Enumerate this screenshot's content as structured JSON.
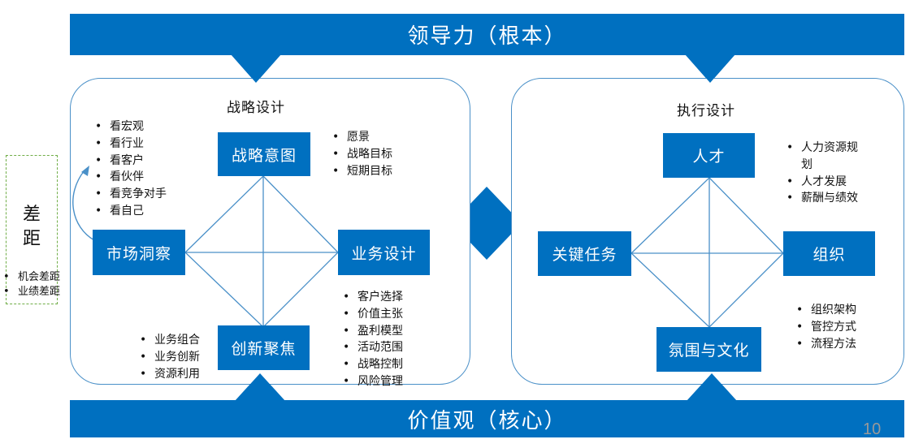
{
  "header": {
    "title": "领导力（根本）"
  },
  "footer": {
    "title": "价值观（核心）"
  },
  "page_number": "10",
  "gap": {
    "label": "差距",
    "items": [
      "机会差距",
      "业绩差距"
    ]
  },
  "strategy": {
    "title": "战略设计",
    "boxes": {
      "top": "战略意图",
      "left": "市场洞察",
      "right": "业务设计",
      "bottom": "创新聚焦"
    },
    "insight_items": [
      "看宏观",
      "看行业",
      "看客户",
      "看伙伴",
      "看竞争对手",
      "看自己"
    ],
    "intent_items": [
      "愿景",
      "战略目标",
      "短期目标"
    ],
    "design_items": [
      "客户选择",
      "价值主张",
      "盈利模型",
      "活动范围",
      "战略控制",
      "风险管理"
    ],
    "innovation_items": [
      "业务组合",
      "业务创新",
      "资源利用"
    ]
  },
  "execution": {
    "title": "执行设计",
    "boxes": {
      "top": "人才",
      "left": "关键任务",
      "right": "组织",
      "bottom": "氛围与文化"
    },
    "talent_items": [
      "人力资源规划",
      "人才发展",
      "薪酬与绩效"
    ],
    "org_items": [
      "组织架构",
      "管控方式",
      "流程方法"
    ]
  },
  "colors": {
    "brand": "#0070C0",
    "panel_border": "#4A90C8",
    "gap_border": "#70AD47"
  }
}
